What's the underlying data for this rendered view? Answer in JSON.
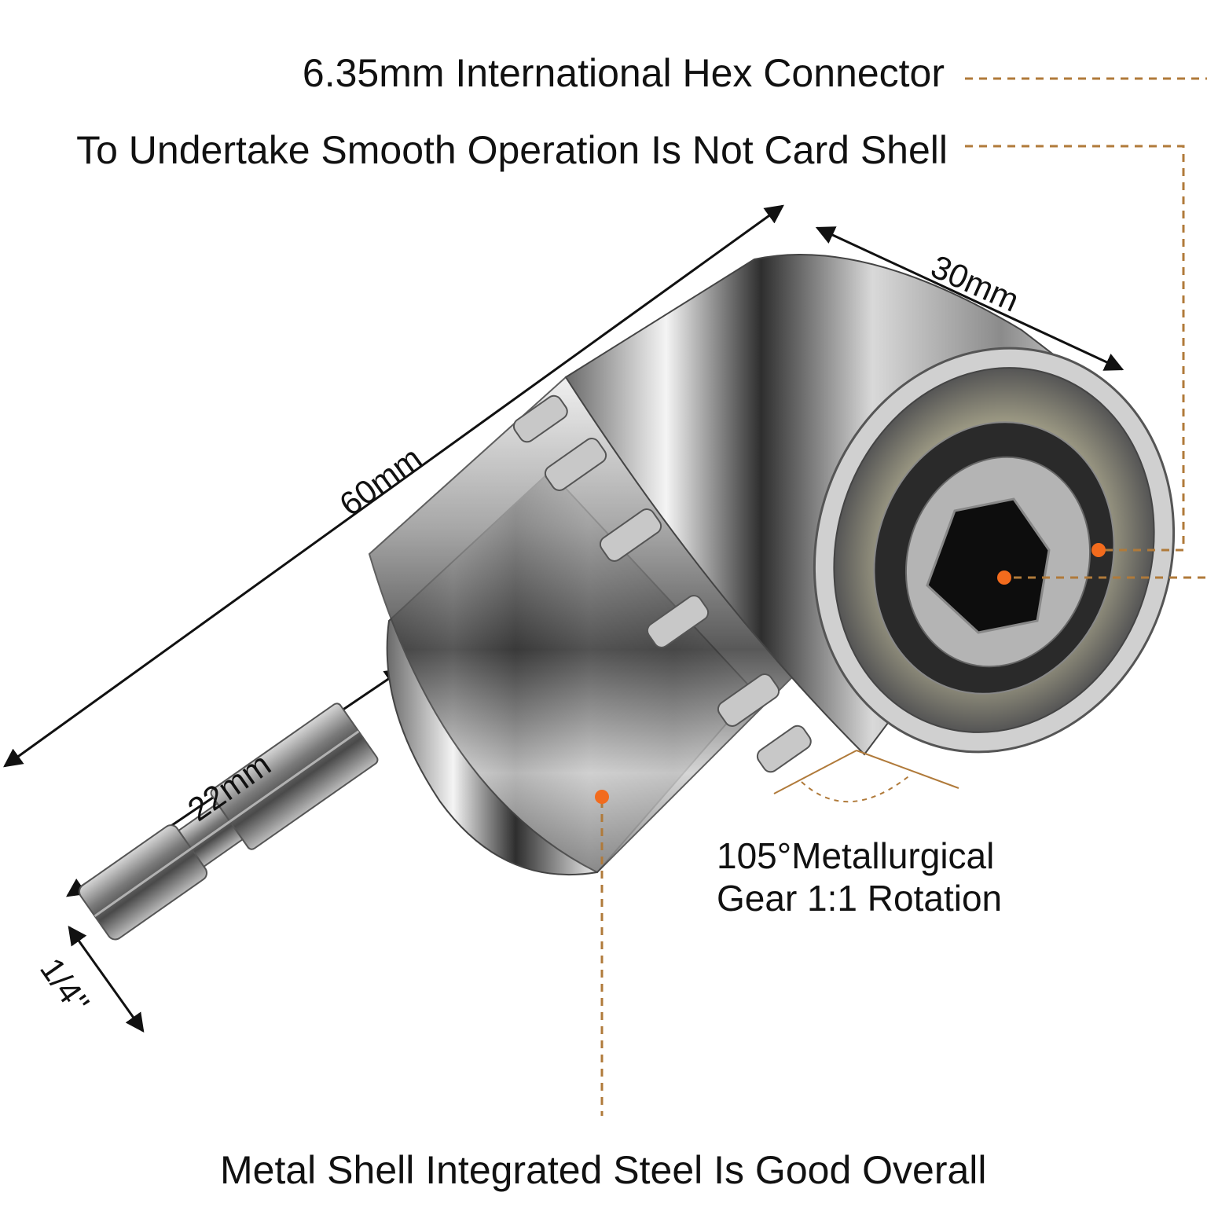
{
  "labels": {
    "hex_connector": "6.35mm International Hex Connector",
    "smooth_operation": "To Undertake Smooth Operation Is Not Card Shell",
    "gear_line1": "105°Metallurgical",
    "gear_line2": "Gear 1:1 Rotation",
    "metal_shell": "Metal Shell Integrated Steel Is Good Overall"
  },
  "dimensions": {
    "length_total": "60mm",
    "head_diameter": "30mm",
    "shank_length": "22mm",
    "hex_size": "1/4''"
  },
  "colors": {
    "leader_line": "#b07a3a",
    "marker_dot": "#f26b1d",
    "text": "#111111",
    "dimension_arrow": "#111111",
    "steel_light": "#f2f2f2",
    "steel_dark": "#3a3a3a"
  },
  "product": {
    "icon": "angle-drill-adapter-icon"
  }
}
